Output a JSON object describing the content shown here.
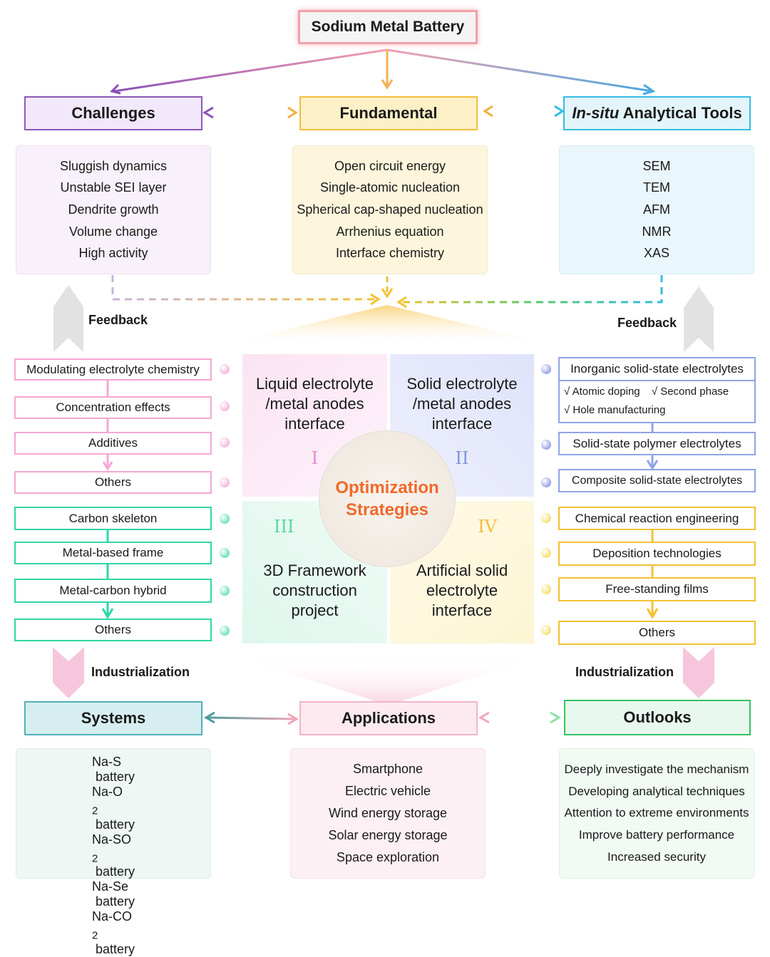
{
  "title": "Sodium Metal Battery",
  "headers": {
    "challenges": "Challenges",
    "fundamental": "Fundamental",
    "insitu_italic": "In-situ",
    "insitu_rest": " Analytical Tools",
    "systems": "Systems",
    "applications": "Applications",
    "outlooks": "Outlooks"
  },
  "challenges_items": [
    "Sluggish dynamics",
    "Unstable SEI layer",
    "Dendrite growth",
    "Volume change",
    "High activity"
  ],
  "fundamental_items": [
    "Open circuit energy",
    "Single-atomic nucleation",
    "Spherical cap-shaped nucleation",
    "Arrhenius equation",
    "Interface chemistry"
  ],
  "insitu_items": [
    "SEM",
    "TEM",
    "AFM",
    "NMR",
    "XAS"
  ],
  "feedback_left": "Feedback",
  "feedback_right": "Feedback",
  "industrialization_left": "Industrialization",
  "industrialization_right": "Industrialization",
  "left_liquid": [
    "Modulating electrolyte chemistry",
    "Concentration effects",
    "Additives",
    "Others"
  ],
  "left_framework": [
    "Carbon skeleton",
    "Metal-based frame",
    "Metal-carbon hybrid",
    "Others"
  ],
  "right_solid": {
    "inorganic": "Inorganic solid-state electrolytes",
    "sub1": "√ Atomic doping",
    "sub2": "√ Second phase",
    "sub3": "√ Hole manufacturing",
    "polymer": "Solid-state polymer electrolytes",
    "composite": "Composite solid-state electrolytes"
  },
  "right_asei": [
    "Chemical reaction engineering",
    "Deposition technologies",
    "Free-standing films",
    "Others"
  ],
  "center": {
    "q1_line1": "Liquid electrolyte",
    "q1_line2": "/metal anodes",
    "q1_line3": "interface",
    "q1_roman": "I",
    "q2_line1": "Solid electrolyte",
    "q2_line2": "/metal anodes",
    "q2_line3": "interface",
    "q2_roman": "II",
    "q3_roman": "III",
    "q3_line1": "3D Framework",
    "q3_line2": "construction",
    "q3_line3": "project",
    "q4_roman": "IV",
    "q4_line1": "Artificial solid",
    "q4_line2": "electrolyte",
    "q4_line3": "interface",
    "optimization": "Optimization",
    "strategies": "Strategies"
  },
  "systems_items": [
    {
      "pre": "Na-S",
      "sub": "",
      "post": " battery"
    },
    {
      "pre": "Na-O",
      "sub": "2",
      "post": " battery"
    },
    {
      "pre": "Na-SO",
      "sub": "2",
      "post": " battery"
    },
    {
      "pre": "Na-Se",
      "sub": "",
      "post": " battery"
    },
    {
      "pre": "Na-CO",
      "sub": "2",
      "post": " battery"
    }
  ],
  "applications_items": [
    "Smartphone",
    "Electric vehicle",
    "Wind energy storage",
    "Solar energy storage",
    "Space exploration"
  ],
  "outlooks_items": [
    "Deeply investigate the mechanism",
    "Developing analytical techniques",
    "Attention to extreme environments",
    "Improve battery performance",
    "Increased security"
  ],
  "colors": {
    "title_border": "#f06d7c",
    "challenges": "#8b59b8",
    "fundamental": "#f2be3a",
    "insitu": "#33bde3",
    "pink": "#f6a6d4",
    "teal": "#2fd6a6",
    "blue": "#6d7fd9",
    "yellow": "#f2c232",
    "optimization": "#ef6a2a",
    "systems": "#4fb1b8",
    "applications": "#f4b4c6",
    "outlooks": "#35c266"
  }
}
